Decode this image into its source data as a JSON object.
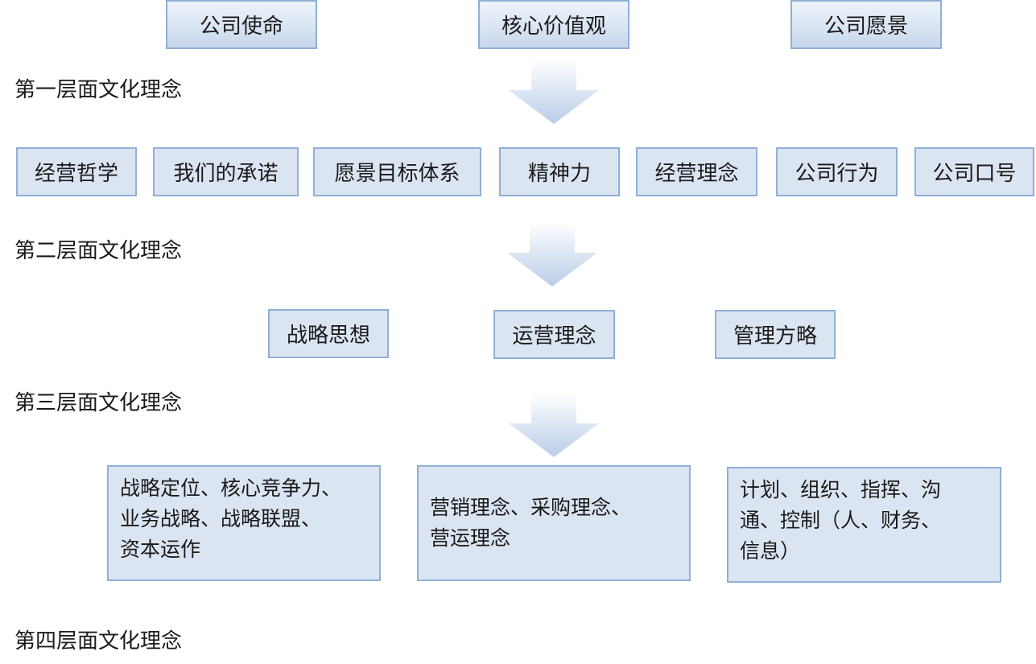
{
  "top_boxes": [
    "公司使命",
    "核心价值观",
    "公司愿景"
  ],
  "layers": [
    "第一层面文化理念",
    "第二层面文化理念",
    "第三层面文化理念",
    "第四层面文化理念"
  ],
  "row2": [
    "经营哲学",
    "我们的承诺",
    "愿景目标体系",
    "精神力",
    "经营理念",
    "公司行为",
    "公司口号"
  ],
  "row3": [
    "战略思想",
    "运营理念",
    "管理方略"
  ],
  "row4": [
    [
      "战略定位、核心竞争力、",
      "业务战略、战略联盟、",
      "资本运作"
    ],
    [
      "营销理念、采购理念、",
      "营运理念"
    ],
    [
      "计划、组织、指挥、沟",
      "通、控制（人、财务、",
      "信息）"
    ]
  ],
  "colors": {
    "box_border": "#8fb0d8",
    "box_fill": "#dbe5f2",
    "dash_line": "#e07a1e",
    "arrow_light": "#ffffff",
    "arrow_dark": "#b9cde8"
  },
  "icons": [
    "down-arrow-icon"
  ]
}
